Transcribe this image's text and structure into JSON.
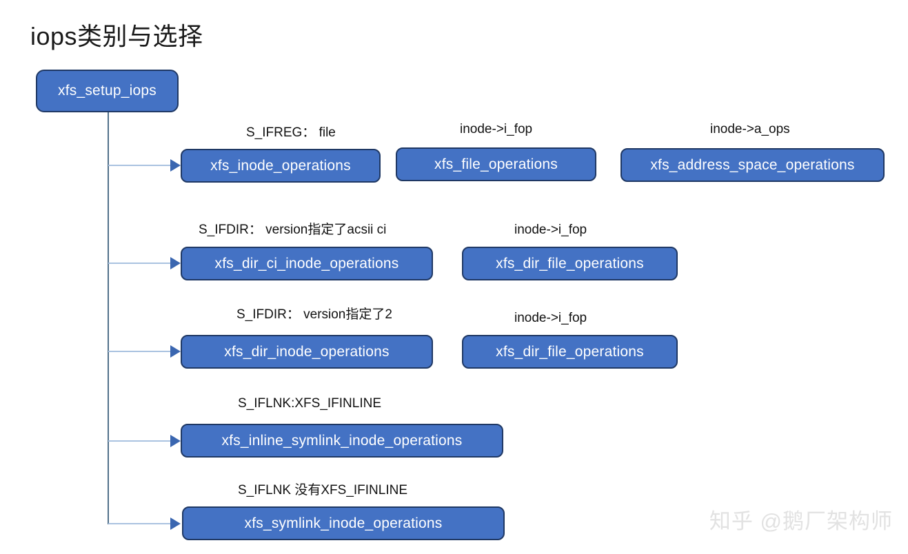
{
  "page": {
    "title": "iops类别与选择",
    "watermark": "知乎 @鹅厂架构师",
    "background_color": "#ffffff"
  },
  "theme": {
    "node_fill": "#4472c4",
    "node_border": "#1f3864",
    "node_text": "#ffffff",
    "trunk_line": "#51708a",
    "branch_line": "#a9c2e0",
    "arrow_fill": "#3a66b0",
    "caption_text": "#111111",
    "watermark_color": "#e2e2e2"
  },
  "diagram": {
    "root": {
      "label": "xfs_setup_iops"
    },
    "branches": [
      {
        "condition_caption": "S_IFREG： file",
        "primary": "xfs_inode_operations",
        "extras": [
          {
            "caption": "inode->i_fop",
            "label": "xfs_file_operations"
          },
          {
            "caption": "inode->a_ops",
            "label": "xfs_address_space_operations"
          }
        ]
      },
      {
        "condition_caption": "S_IFDIR： version指定了acsii ci",
        "primary": "xfs_dir_ci_inode_operations",
        "extras": [
          {
            "caption": "inode->i_fop",
            "label": "xfs_dir_file_operations"
          }
        ]
      },
      {
        "condition_caption": "S_IFDIR： version指定了2",
        "primary": "xfs_dir_inode_operations",
        "extras": [
          {
            "caption": "inode->i_fop",
            "label": "xfs_dir_file_operations"
          }
        ]
      },
      {
        "condition_caption": "S_IFLNK:XFS_IFINLINE",
        "primary": "xfs_inline_symlink_inode_operations",
        "extras": []
      },
      {
        "condition_caption": "S_IFLNK 没有XFS_IFINLINE",
        "primary": "xfs_symlink_inode_operations",
        "extras": []
      }
    ]
  }
}
